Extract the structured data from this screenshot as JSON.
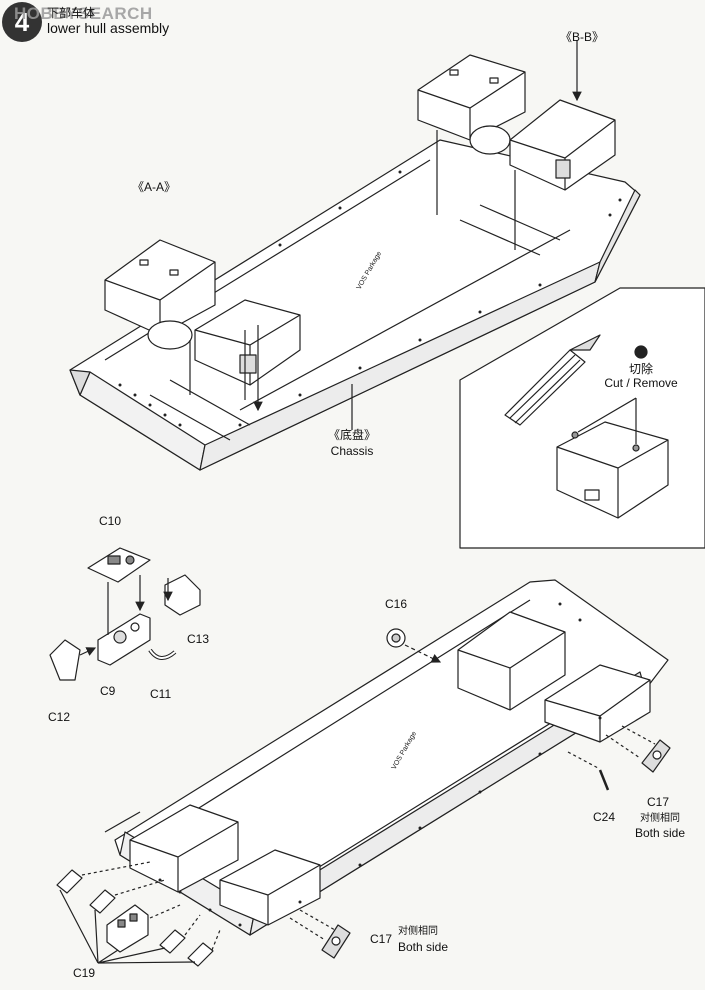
{
  "step": {
    "number": "4",
    "title_cn": "下部车体",
    "title_en": "lower hull assembly"
  },
  "watermark": "HOBBYSEARCH",
  "views": {
    "a": "《A-A》",
    "b": "《B-B》"
  },
  "chassis": {
    "cn": "《底盘》",
    "en": "Chassis",
    "stamp": "VOS Parkage"
  },
  "cut": {
    "cn": "切除",
    "en": "Cut / Remove"
  },
  "parts": {
    "c9": "C9",
    "c10": "C10",
    "c11": "C11",
    "c12": "C12",
    "c13": "C13",
    "c16": "C16",
    "c17": "C17",
    "c19": "C19",
    "c24": "C24"
  },
  "both_side": {
    "cn": "对侧相同",
    "en": "Both side"
  }
}
